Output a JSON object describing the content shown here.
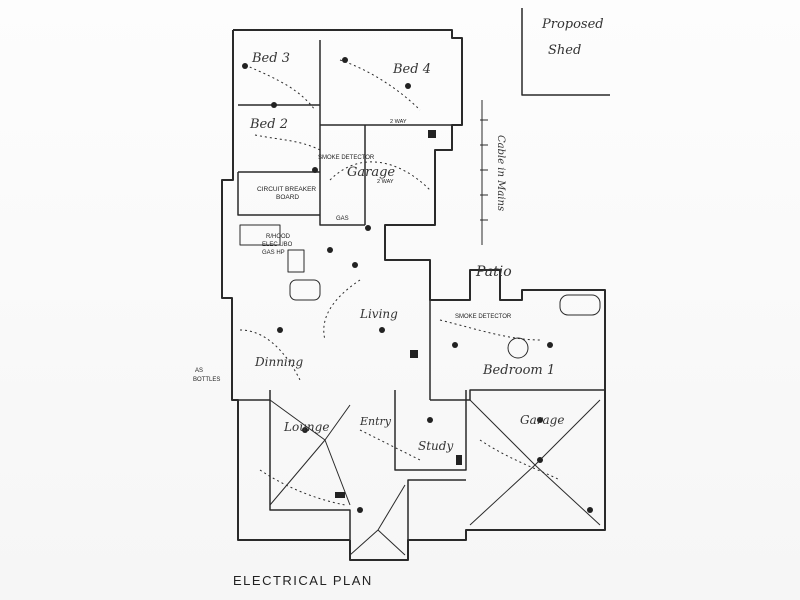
{
  "drawing_title": "ELECTRICAL PLAN",
  "shed_label_line1": "Proposed",
  "shed_label_line2": "Shed",
  "side_note": "Cable in Mains",
  "rooms": {
    "bed3": "Bed 3",
    "bed4": "Bed 4",
    "bed2": "Bed 2",
    "garage_north": "Garage",
    "living": "Living",
    "dining": "Dinning",
    "lounge": "Lounge",
    "patio": "Patio",
    "bedroom1": "Bedroom 1",
    "garage_south": "Garage",
    "entry": "Entry",
    "study": "Study"
  },
  "labels": {
    "smoke_detector_1": "SMOKE DETECTOR",
    "smoke_detector_2": "SMOKE DETECTOR",
    "circuit_breaker": "CIRCUIT BREAKER",
    "board": "BOARD",
    "gas": "GAS",
    "rhood": "R/HOOD",
    "elec_ubo": "ELEC UBO",
    "gas_hp": "GAS HP",
    "two_way_1": "2 WAY",
    "two_way_2": "2 WAY",
    "bottles": "BOTTLES",
    "gas_left": "AS"
  },
  "colors": {
    "ink": "#2a2a2a",
    "paper": "#fbfbfb"
  }
}
